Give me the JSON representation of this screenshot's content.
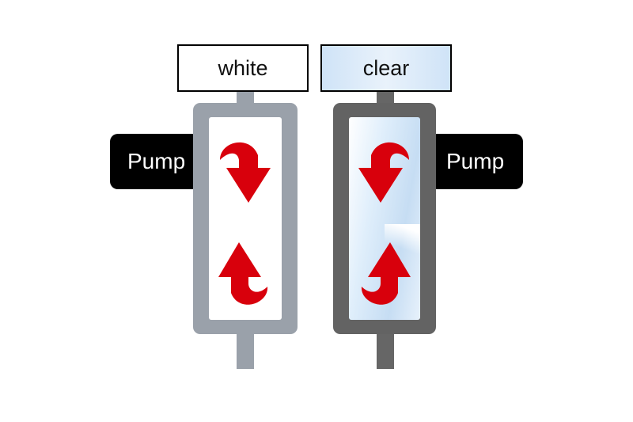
{
  "labels": {
    "white": "white",
    "clear": "clear"
  },
  "pumps": {
    "left": "Pump",
    "right": "Pump"
  },
  "colors": {
    "arrow": "#d8000c",
    "frame_white": "#9aa1aa",
    "frame_clear": "#636363",
    "pump_tab": "#000000"
  },
  "icons": [
    "curved-arrow-down-icon",
    "curved-arrow-up-icon"
  ]
}
